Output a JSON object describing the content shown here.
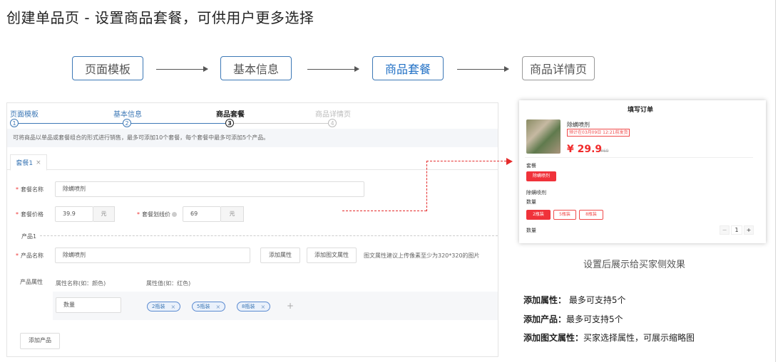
{
  "page_title": "创建单品页 - 设置商品套餐，可供用户更多选择",
  "flow": [
    {
      "label": "页面模板"
    },
    {
      "label": "基本信息"
    },
    {
      "label": "商品套餐"
    },
    {
      "label": "商品详情页"
    }
  ],
  "steps": [
    {
      "label": "页面模板",
      "num": "1"
    },
    {
      "label": "基本信息",
      "num": "2"
    },
    {
      "label": "商品套餐",
      "num": "3"
    },
    {
      "label": "商品详情页",
      "num": "4"
    }
  ],
  "notice": "可将商品以单品或套餐组合的形式进行销售，最多可添加10个套餐，每个套餐中最多可添加5个产品。",
  "tab": {
    "label": "套餐1",
    "close": "×"
  },
  "form": {
    "package_name_label": "套餐名称",
    "package_name_value": "除螨喷剂",
    "package_price_label": "套餐价格",
    "package_price_value": "39.9",
    "currency_unit": "元",
    "strike_price_label": "套餐划线价",
    "strike_price_value": "69",
    "product_section": "产品1",
    "product_name_label": "产品名称",
    "product_name_value": "除螨喷剂",
    "add_attr_button": "添加属性",
    "add_img_attr_button": "添加图文属性",
    "img_attr_hint": "图文属性建议上传像素至少为320*320的图片",
    "product_attr_label": "产品属性",
    "attr_name_header": "属性名称(如：颜色)",
    "attr_value_header": "属性值(如：红色)",
    "attr_name_value": "数量",
    "attr_values": [
      "2瓶装",
      "5瓶装",
      "8瓶装"
    ],
    "tag_close": "×",
    "add_value": "+",
    "add_product_button": "添加产品"
  },
  "preview": {
    "title": "填写订单",
    "product_name": "除螨喷剂",
    "badge": "预计在03月09日 12:21前发货",
    "price": "¥ 29.9",
    "old_price": "¥69",
    "package_label": "套餐",
    "package_chip": "除螨喷剂",
    "product_label": "除螨喷剂",
    "qty_label": "数量",
    "options": [
      "2瓶装",
      "5瓶装",
      "8瓶装"
    ],
    "qty_row_label": "数量",
    "stepper_minus": "−",
    "stepper_value": "1",
    "stepper_plus": "+"
  },
  "caption": "设置后展示给买家侧效果",
  "notes": [
    {
      "key": "添加属性",
      "sep": "：",
      "text": "最多可支持5个"
    },
    {
      "key": "添加产品",
      "sep": "：",
      "text": "最多可支持5个"
    },
    {
      "key": "添加图文属性",
      "sep": "：",
      "text": "买家选择属性，可展示缩略图"
    }
  ],
  "colors": {
    "accent": "#3d78b6",
    "highlight": "#e52b2b"
  }
}
